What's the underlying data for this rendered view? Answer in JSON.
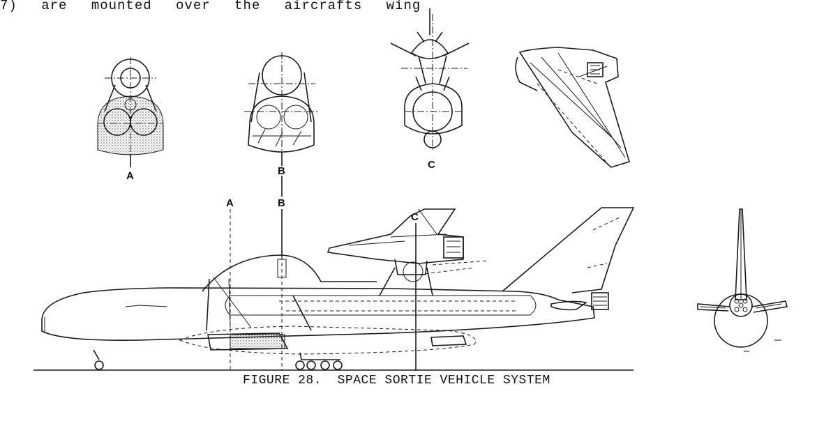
{
  "document": {
    "top_line": "7) are mounted over the aircrafts wing",
    "caption": "FIGURE 28.  SPACE SORTIE VEHICLE SYSTEM"
  },
  "figure": {
    "labels": {
      "section_a": "A",
      "section_b": "B",
      "section_c": "C",
      "side_a": "A",
      "side_b": "B",
      "side_c": "C"
    }
  }
}
